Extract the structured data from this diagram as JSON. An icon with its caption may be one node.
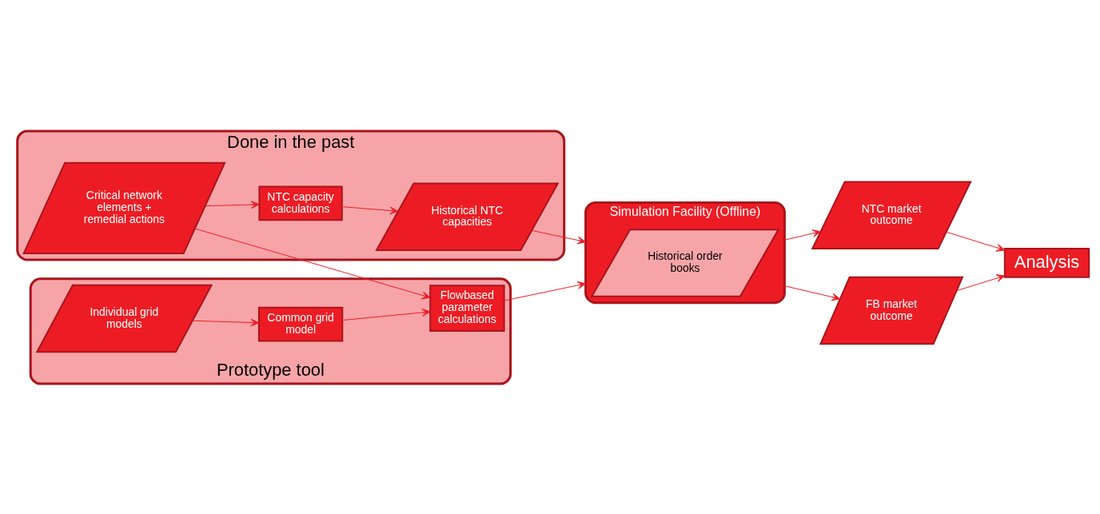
{
  "diagram": {
    "nodes": [
      {
        "text": [
          "Done in the past"
        ]
      },
      {
        "text": [
          "Critical network elements + remedial actions"
        ],
        "in": 0
      },
      {
        "text": [
          "NTC capacity calculations"
        ],
        "in": 0
      },
      {
        "text": [
          "Historical NTC capacities"
        ],
        "in": 0
      },
      {
        "text": [
          "Simulation Facility (Offline)"
        ]
      },
      {
        "text": [
          "Historical order books"
        ],
        "in": 4
      },
      {
        "text": [
          "NTC market outcome"
        ]
      },
      {
        "text": [
          "Analysis"
        ]
      },
      {
        "text": [
          "Prototype tool"
        ]
      },
      {
        "text": [
          "Individual grid models"
        ],
        "in": 8
      },
      {
        "text": [
          "Common grid model"
        ],
        "in": 8
      },
      {
        "text": [
          "Flowbased parameter calculations"
        ],
        "in": 8
      },
      {
        "text": [
          "FB market outcome"
        ]
      }
    ],
    "edges": [
      {
        "from": 1,
        "to": 2,
        "arrow": "to"
      },
      {
        "from": 2,
        "to": 3,
        "arrow": "to"
      },
      {
        "from": 3,
        "to": 4,
        "arrow": "to"
      },
      {
        "from": 1,
        "to": 11,
        "arrow": "to"
      },
      {
        "from": 9,
        "to": 10,
        "arrow": "to"
      },
      {
        "from": 10,
        "to": 11,
        "arrow": "to"
      },
      {
        "from": 11,
        "to": 4,
        "arrow": "to"
      },
      {
        "from": 4,
        "to": 6,
        "arrow": "to"
      },
      {
        "from": 4,
        "to": 12,
        "arrow": "to"
      },
      {
        "from": 6,
        "to": 7,
        "arrow": "to"
      },
      {
        "from": 12,
        "to": 7,
        "arrow": "to"
      }
    ]
  }
}
